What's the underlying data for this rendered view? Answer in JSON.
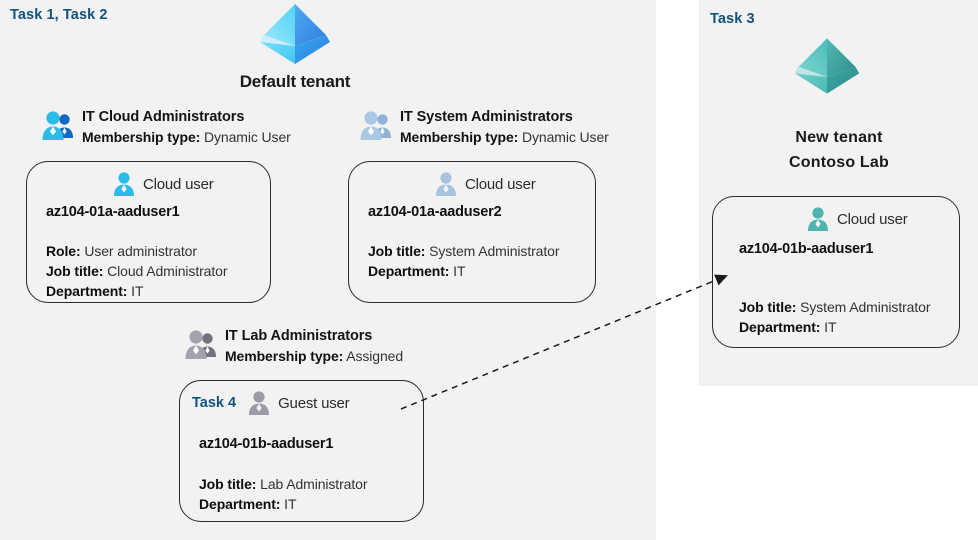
{
  "panels": {
    "left": {
      "task_label": "Task 1, Task 2"
    },
    "right": {
      "task_label": "Task 3"
    }
  },
  "tenants": {
    "default": {
      "name": "Default tenant",
      "icon": "azure-ad-pyramid-icon",
      "color": "#35b4f5"
    },
    "new": {
      "name": "New  tenant\nContoso Lab",
      "line1": "New  tenant",
      "line2": "Contoso Lab",
      "icon": "azure-ad-pyramid-icon",
      "color": "#46b2b0"
    }
  },
  "colors": {
    "task_blue": "#11527f",
    "panel_bg": "#f2f2f2",
    "card_border": "#2b2b2b",
    "user_cyan": "#2bbbe8",
    "user_lightblue": "#a8c3df",
    "user_gray": "#9a9aa8",
    "user_teal": "#4fb3b0"
  },
  "groups": [
    {
      "id": "it-cloud-administrators",
      "icon": "group-users-icon",
      "icon_variant": "cyan",
      "name": "IT Cloud Administrators",
      "meta_label": "Membership type:",
      "meta_value": "Dynamic User"
    },
    {
      "id": "it-system-administrators",
      "icon": "group-users-icon",
      "icon_variant": "lightblue",
      "name": "IT System Administrators",
      "meta_label": "Membership type:",
      "meta_value": "Dynamic User"
    },
    {
      "id": "it-lab-administrators",
      "icon": "group-users-icon",
      "icon_variant": "gray",
      "name": "IT Lab Administrators",
      "meta_label": "Membership type:",
      "meta_value": "Assigned"
    }
  ],
  "cards": [
    {
      "id": "az104-01a-aaduser1",
      "task_tag": "",
      "user_type": "Cloud user",
      "icon": "cloud-user-icon",
      "icon_variant": "cyan",
      "title": "az104-01a-aaduser1",
      "attributes": [
        {
          "label": "Role:",
          "value": "User administrator"
        },
        {
          "label": "Job title:",
          "value": "Cloud Administrator"
        },
        {
          "label": "Department:",
          "value": "IT"
        }
      ]
    },
    {
      "id": "az104-01a-aaduser2",
      "task_tag": "",
      "user_type": "Cloud user",
      "icon": "cloud-user-icon",
      "icon_variant": "lightblue",
      "title": "az104-01a-aaduser2",
      "attributes": [
        {
          "label": "Job title:",
          "value": "System Administrator"
        },
        {
          "label": "Department:",
          "value": "IT"
        }
      ]
    },
    {
      "id": "az104-01b-aaduser1-guest",
      "task_tag": "Task 4",
      "user_type": "Guest user",
      "icon": "guest-user-icon",
      "icon_variant": "gray",
      "title": "az104-01b-aaduser1",
      "attributes": [
        {
          "label": "Job title:",
          "value": "Lab Administrator"
        },
        {
          "label": "Department:",
          "value": "IT"
        }
      ]
    },
    {
      "id": "az104-01b-aaduser1-cloud",
      "task_tag": "",
      "user_type": "Cloud user",
      "icon": "cloud-user-icon",
      "icon_variant": "teal",
      "title": "az104-01b-aaduser1",
      "attributes": [
        {
          "label": "Job title:",
          "value": "System Administrator"
        },
        {
          "label": "Department:",
          "value": "IT"
        }
      ]
    }
  ],
  "connector": {
    "name": "guest-invite-arrow",
    "style": "dashed",
    "from": "az104-01b-aaduser1-guest",
    "to": "az104-01b-aaduser1-cloud"
  }
}
